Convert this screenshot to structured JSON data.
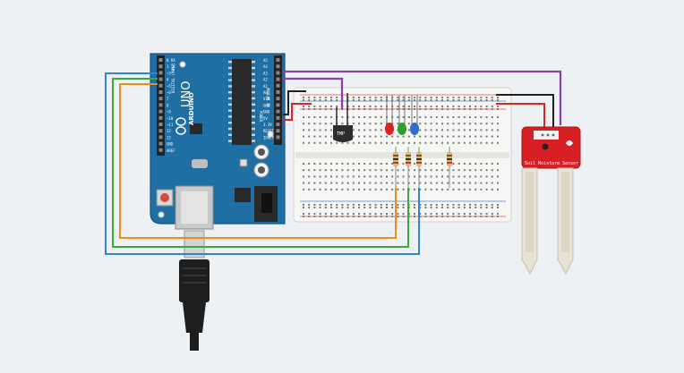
{
  "arduino": {
    "brand": "UNO",
    "logo_text": "ARDUINO",
    "header_labels": [
      "DIGITAL (PWM~)",
      "ANALOG IN",
      "POWER"
    ],
    "pin_labels_left": [
      "0 RX",
      "1 TX",
      "~3",
      "4",
      "~5",
      "~6",
      "7",
      "8",
      "~9",
      "~10",
      "~11",
      "12",
      "13",
      "GND",
      "AREF"
    ],
    "pin_labels_right": [
      "A5",
      "A4",
      "A3",
      "A2",
      "A1",
      "A0",
      "VIN",
      "GND",
      "GND",
      "5V",
      "3.3V",
      "RESET",
      "IOREF"
    ]
  },
  "breadboard": {
    "sensor_label": "TMP"
  },
  "moisture_sensor": {
    "label": "Soil Moisture Sensor"
  },
  "colors": {
    "purple_wire": "#8e3fa6",
    "black_wire": "#1f1f1f",
    "red_wire": "#d9262b",
    "orange_wire": "#ef8a1c",
    "green_wire": "#3aaa3a",
    "blue_wire": "#2c86d4",
    "board_blue": "#1f6fa4",
    "sensor_red": "#d91f26"
  }
}
